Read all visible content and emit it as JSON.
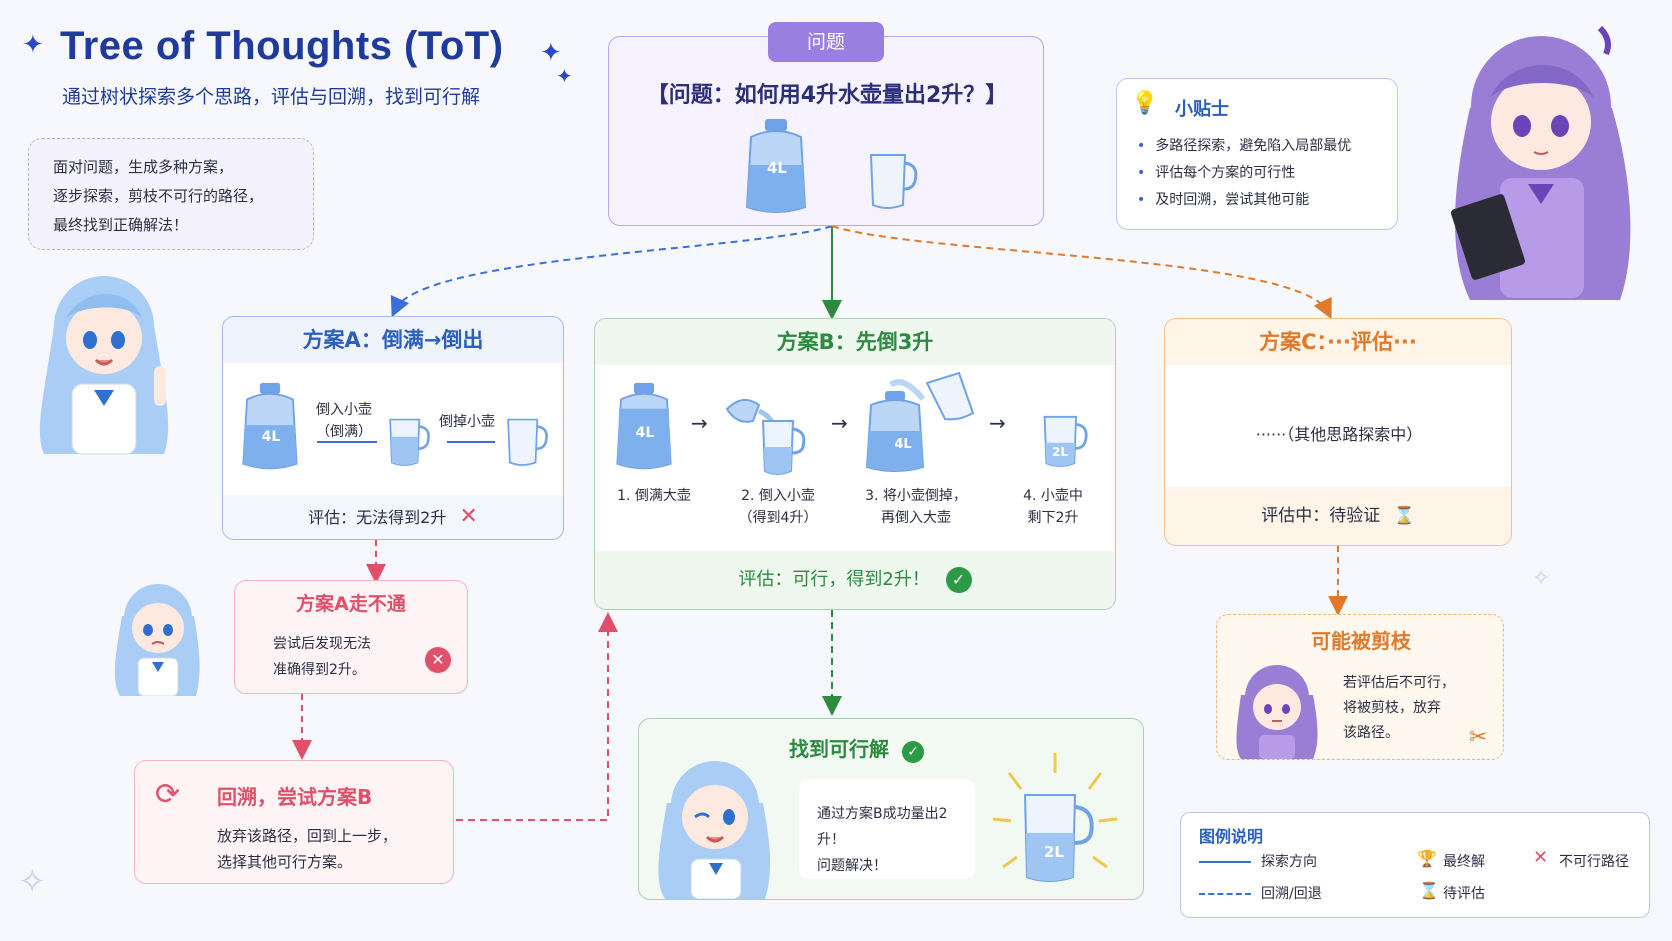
{
  "header": {
    "title": "Tree of Thoughts (ToT)",
    "subtitle": "通过树状探索多个思路，评估与回溯，找到可行解"
  },
  "intro_bubble": {
    "lines": [
      "面对问题，生成多种方案，",
      "逐步探索，剪枝不可行的路径，",
      "最终找到正确解法！"
    ]
  },
  "problem": {
    "badge": "问题",
    "text": "【问题：如何用4升水壶量出2升？】",
    "jug_label": "4L"
  },
  "tips": {
    "title": "小贴士",
    "items": [
      "多路径探索，避免陷入局部最优",
      "评估每个方案的可行性",
      "及时回溯，尝试其他可能"
    ]
  },
  "plan_a": {
    "title": "方案A：倒满→倒出",
    "jug_label": "4L",
    "step1": "倒入小壶",
    "step1b": "（倒满）",
    "step2": "倒掉小壶",
    "eval": "评估：无法得到2升",
    "eval_icon": "✕"
  },
  "plan_b": {
    "title": "方案B：先倒3升",
    "jug_label": "4L",
    "steps": [
      {
        "line1": "1. 倒满大壶",
        "line2": ""
      },
      {
        "line1": "2. 倒入小壶",
        "line2": "（得到4升）"
      },
      {
        "line1": "3. 将小壶倒掉，",
        "line2": "再倒入大壶"
      },
      {
        "line1": "4. 小壶中",
        "line2": "剩下2升"
      }
    ],
    "small_jug_label": "2L",
    "eval": "评估：可行，得到2升！",
    "eval_icon": "✓"
  },
  "plan_c": {
    "title": "方案C：···评估···",
    "body": "······（其他思路探索中）",
    "eval": "评估中：待验证",
    "eval_icon": "⌛"
  },
  "dead_end": {
    "title": "方案A走不通",
    "lines": [
      "尝试后发现无法",
      "准确得到2升。"
    ],
    "icon": "✕"
  },
  "backtrack": {
    "title": "回溯，尝试方案B",
    "lines": [
      "放弃该路径，回到上一步，",
      "选择其他可行方案。"
    ]
  },
  "found": {
    "title": "找到可行解",
    "icon": "✓",
    "lines": [
      "通过方案B成功量出2升！",
      "问题解决！"
    ],
    "jug_label": "2L"
  },
  "prune": {
    "title": "可能被剪枝",
    "lines": [
      "若评估后不可行，",
      "将被剪枝，放弃",
      "该路径。"
    ]
  },
  "legend": {
    "title": "图例说明",
    "explore": "探索方向",
    "backtrack": "回溯/回退",
    "final": "最终解",
    "pending": "待评估",
    "infeasible": "不可行路径"
  },
  "colors": {
    "blue": "#3a6fd8",
    "green": "#2d8a3e",
    "orange": "#e0792a",
    "red": "#e0506a",
    "purple": "#9b7fe0"
  }
}
